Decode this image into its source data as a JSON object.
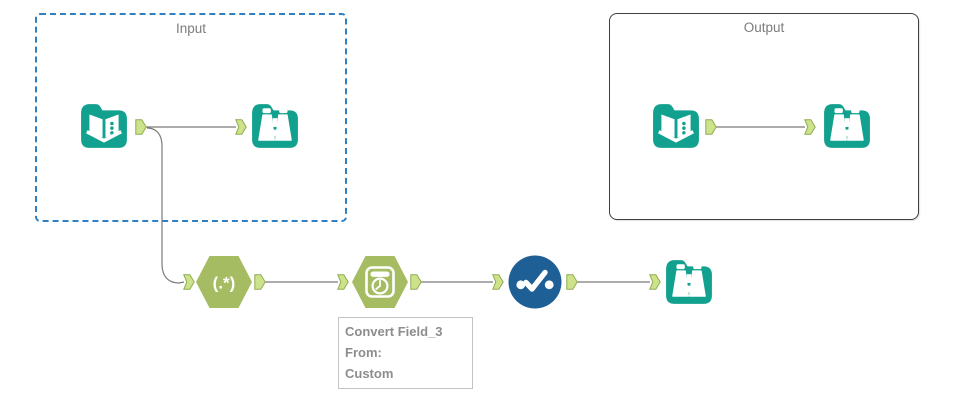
{
  "containers": {
    "input": {
      "label": "Input"
    },
    "output": {
      "label": "Output"
    }
  },
  "tools": {
    "regex": {
      "label": "(.*)"
    }
  },
  "annotation": {
    "lines": [
      "Convert Field_3",
      "From:",
      "Custom"
    ]
  },
  "icons": {
    "input_data": "open-book-icon",
    "browse": "binoculars-icon",
    "regex": "regex-expression-text",
    "datetime": "clock-calendar-icon",
    "select": "checkmark-dots-icon",
    "output_anchor": "right-arrow-connector",
    "input_anchor": "notched-arrow-connector"
  },
  "colors": {
    "tool_teal": "#13a18f",
    "hexagon_green": "#a5bc62",
    "anchor_fill": "#cde38b",
    "anchor_border": "#8fac4f",
    "select_blue": "#1e5f95",
    "selected_container_border": "#2f80c3",
    "container_border": "#3f3f3f",
    "connector_gray": "#7a7a7a",
    "label_gray": "#7c7c7c",
    "annotation_text": "#8d8d8d"
  }
}
